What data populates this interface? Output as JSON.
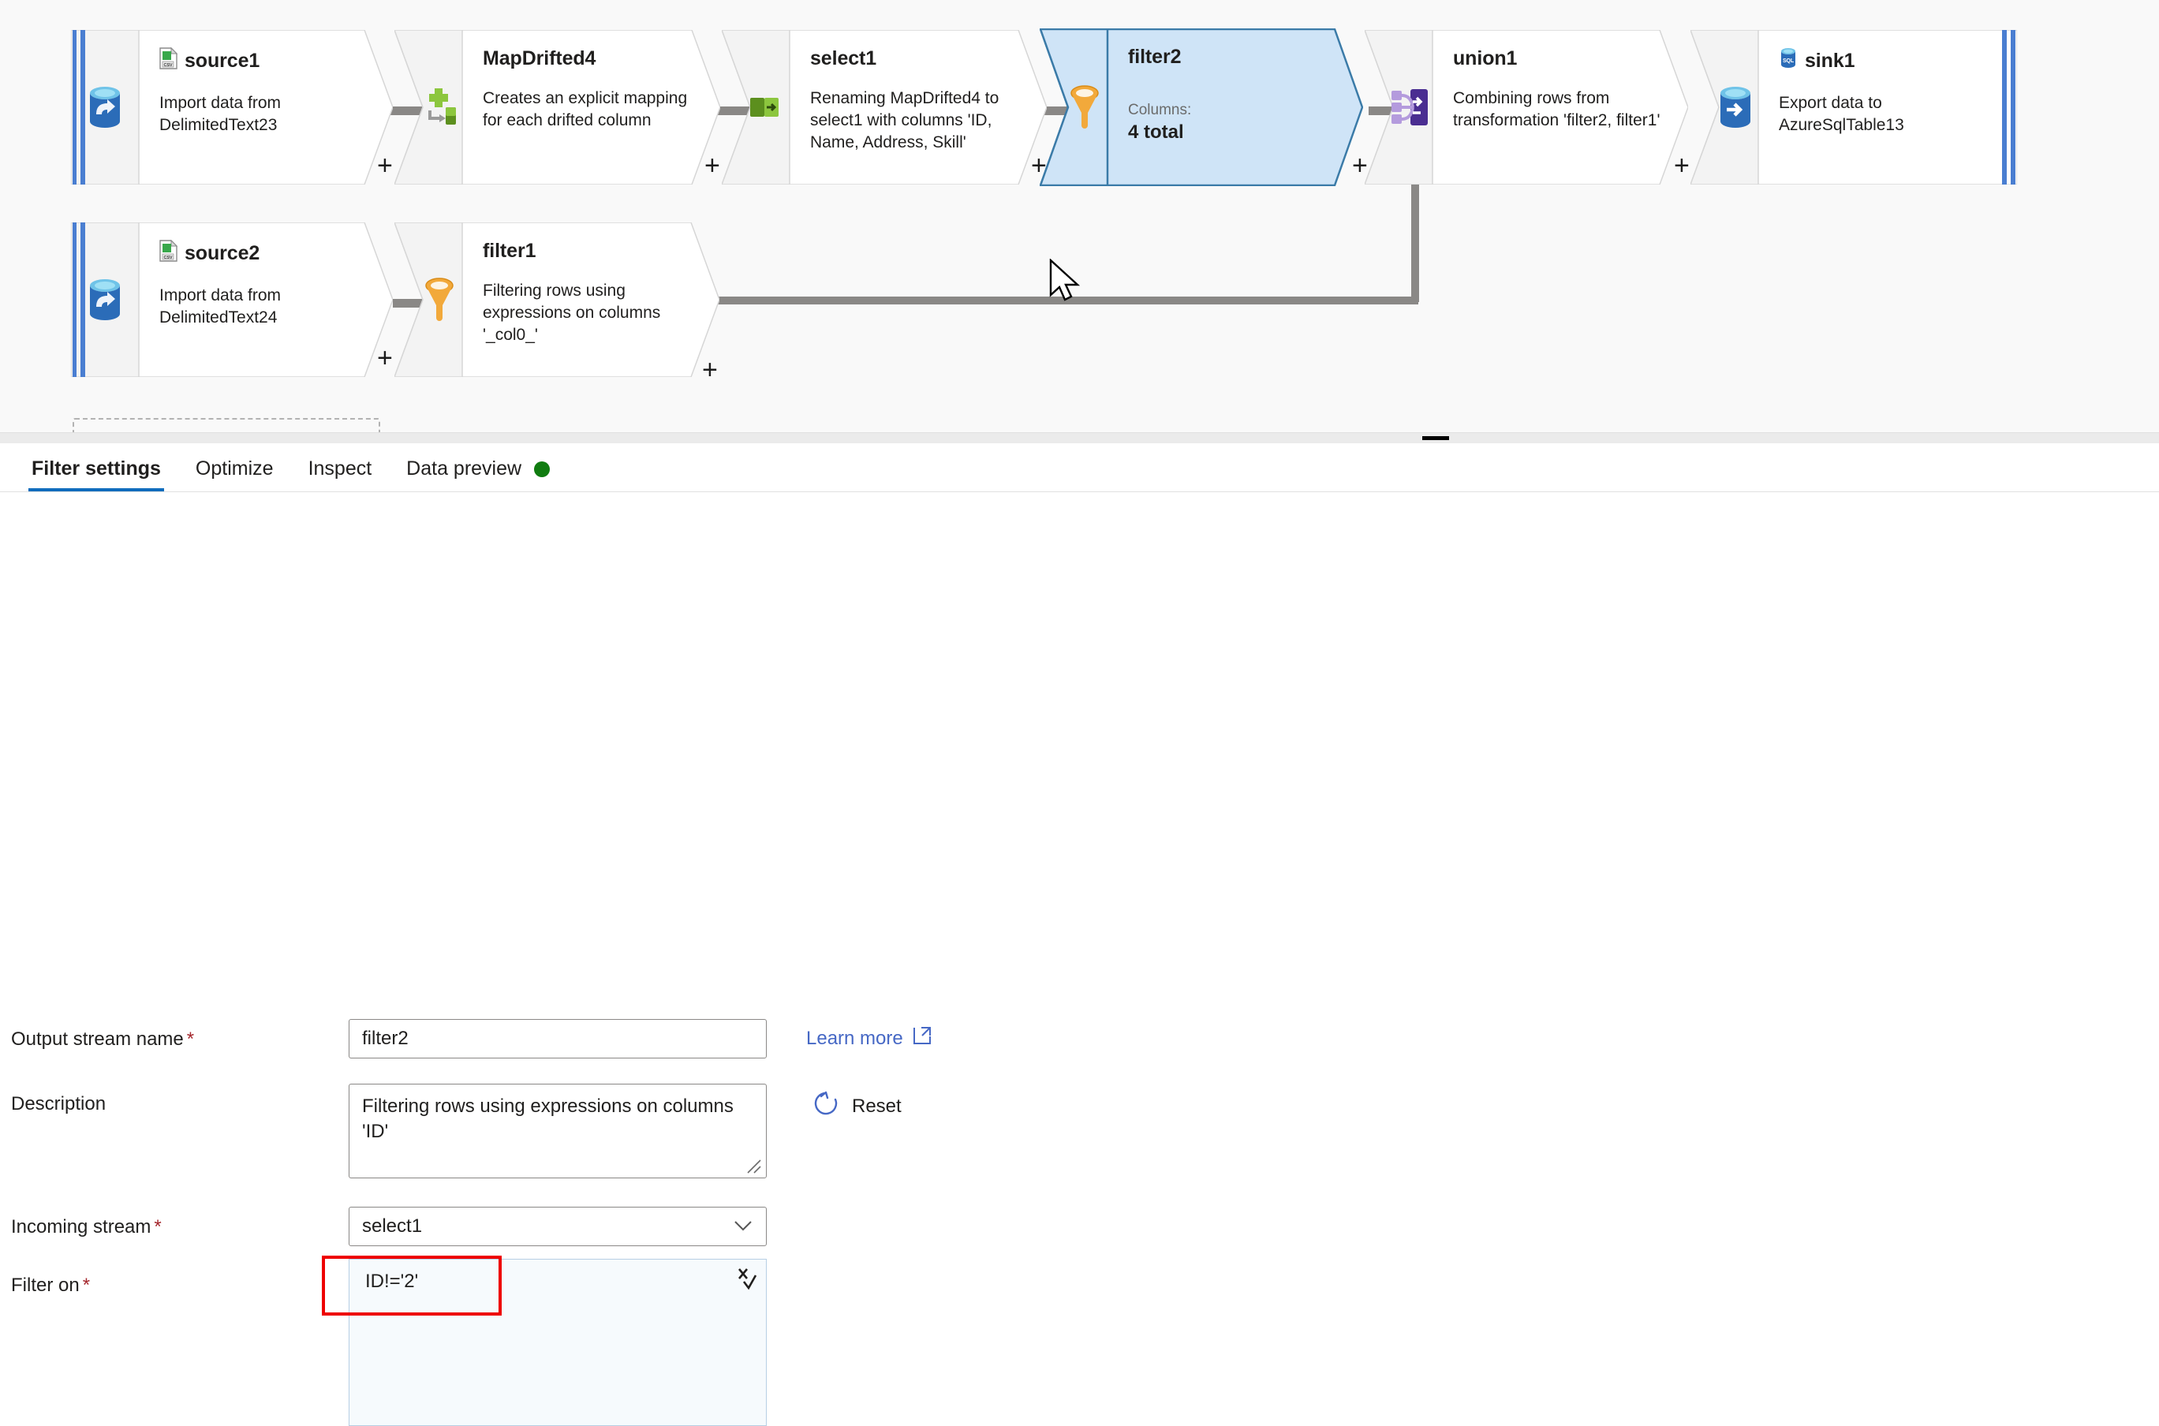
{
  "canvas": {
    "nodes": [
      {
        "id": "source1",
        "title": "source1",
        "description": "Import data from DelimitedText23",
        "type": "source",
        "icon": "csv-file-icon",
        "side_icon": "database-import-icon",
        "plus_label": "+"
      },
      {
        "id": "mapdrifted4",
        "title": "MapDrifted4",
        "description": "Creates an explicit mapping for each drifted column",
        "type": "transform",
        "icon": "",
        "side_icon": "derived-column-icon",
        "plus_label": "+"
      },
      {
        "id": "select1",
        "title": "select1",
        "description": "Renaming MapDrifted4 to select1 with columns 'ID, Name, Address, Skill'",
        "type": "transform",
        "icon": "",
        "side_icon": "select-icon",
        "plus_label": "+"
      },
      {
        "id": "filter2",
        "title": "filter2",
        "description": "",
        "meta_label": "Columns:",
        "meta_value": "4 total",
        "type": "transform",
        "selected": true,
        "icon": "",
        "side_icon": "funnel-filter-icon",
        "plus_label": "+"
      },
      {
        "id": "union1",
        "title": "union1",
        "description": "Combining rows from transformation 'filter2, filter1'",
        "type": "transform",
        "icon": "",
        "side_icon": "union-merge-icon",
        "plus_label": "+"
      },
      {
        "id": "sink1",
        "title": "sink1",
        "description": "Export data to AzureSqlTable13",
        "type": "sink",
        "icon": "sql-database-icon",
        "side_icon": "database-export-icon",
        "plus_label": ""
      },
      {
        "id": "source2",
        "title": "source2",
        "description": "Import data from DelimitedText24",
        "type": "source",
        "icon": "csv-file-icon",
        "side_icon": "database-import-icon",
        "plus_label": "+"
      },
      {
        "id": "filter1",
        "title": "filter1",
        "description": "Filtering rows using expressions on columns '_col0_'",
        "type": "transform",
        "icon": "",
        "side_icon": "funnel-filter-icon",
        "plus_label": "+"
      }
    ]
  },
  "tabs": [
    {
      "label": "Filter settings",
      "active": true,
      "dot": false
    },
    {
      "label": "Optimize",
      "active": false,
      "dot": false
    },
    {
      "label": "Inspect",
      "active": false,
      "dot": false
    },
    {
      "label": "Data preview",
      "active": false,
      "dot": true
    }
  ],
  "form": {
    "output_stream_name": {
      "label": "Output stream name",
      "required": "*",
      "value": "filter2"
    },
    "description": {
      "label": "Description",
      "required": "",
      "value": "Filtering rows using expressions on columns 'ID'"
    },
    "incoming_stream": {
      "label": "Incoming stream",
      "required": "*",
      "value": "select1",
      "chevron": "∨"
    },
    "filter_on": {
      "label": "Filter on",
      "required": "*",
      "expression": "ID!='2'"
    }
  },
  "actions": {
    "learn_more": "Learn more",
    "reset": "Reset"
  },
  "colors": {
    "accent": "#0f6cbd",
    "selected_node_fill": "#cfe4f7",
    "selected_node_border": "#3b7ba8",
    "stripe_blue": "#4a7ed1",
    "status_green": "#107c10",
    "required_red": "#a4262c",
    "annotation_red": "#ee0000",
    "link_blue": "#4668c5",
    "connector_gray": "#8a8886"
  }
}
